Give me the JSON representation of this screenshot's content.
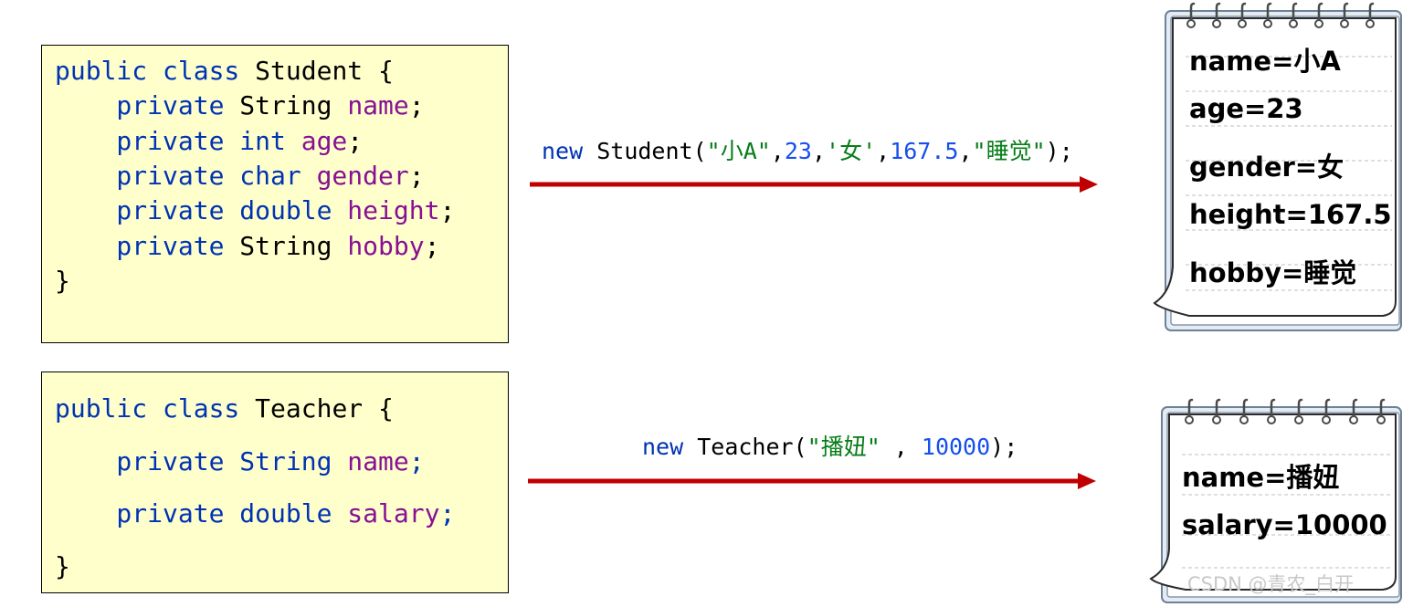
{
  "student": {
    "lines": [
      [
        {
          "t": "public class ",
          "c": "kw"
        },
        {
          "t": "Student {",
          "c": "plain"
        }
      ],
      [
        {
          "t": "    private ",
          "c": "kw"
        },
        {
          "t": "String ",
          "c": "plain"
        },
        {
          "t": "name",
          "c": "field"
        },
        {
          "t": ";",
          "c": "plain"
        }
      ],
      [
        {
          "t": "    private int ",
          "c": "kw"
        },
        {
          "t": "age",
          "c": "field"
        },
        {
          "t": ";",
          "c": "plain"
        }
      ],
      [
        {
          "t": "    private char ",
          "c": "kw"
        },
        {
          "t": "gender",
          "c": "field"
        },
        {
          "t": ";",
          "c": "plain"
        }
      ],
      [
        {
          "t": "    private double ",
          "c": "kw"
        },
        {
          "t": "height",
          "c": "field"
        },
        {
          "t": ";",
          "c": "plain"
        }
      ],
      [
        {
          "t": "    private ",
          "c": "kw"
        },
        {
          "t": "String ",
          "c": "plain"
        },
        {
          "t": "hobby",
          "c": "field"
        },
        {
          "t": ";",
          "c": "plain"
        }
      ],
      [
        {
          "t": "}",
          "c": "plain"
        }
      ]
    ],
    "statement": [
      {
        "t": "new ",
        "c": "kw"
      },
      {
        "t": "Student(",
        "c": "plain"
      },
      {
        "t": "\"小A\"",
        "c": "str"
      },
      {
        "t": ",",
        "c": "plain"
      },
      {
        "t": "23",
        "c": "num"
      },
      {
        "t": ",",
        "c": "plain"
      },
      {
        "t": "'女'",
        "c": "str"
      },
      {
        "t": ",",
        "c": "plain"
      },
      {
        "t": "167.5",
        "c": "num"
      },
      {
        "t": ",",
        "c": "plain"
      },
      {
        "t": "\"睡觉\"",
        "c": "str"
      },
      {
        "t": ");",
        "c": "plain"
      }
    ],
    "object_fields": [
      "name=小A",
      "age=23",
      "gender=女",
      "height=167.5",
      "hobby=睡觉"
    ]
  },
  "teacher": {
    "lines": [
      [
        {
          "t": "public class ",
          "c": "kw"
        },
        {
          "t": "Teacher {",
          "c": "plain"
        }
      ],
      [
        {
          "t": "    private String ",
          "c": "kw"
        },
        {
          "t": "name",
          "c": "field"
        },
        {
          "t": ";",
          "c": "kw"
        }
      ],
      [
        {
          "t": "    private double ",
          "c": "kw"
        },
        {
          "t": "salary",
          "c": "field"
        },
        {
          "t": ";",
          "c": "kw"
        }
      ],
      [
        {
          "t": "}",
          "c": "plain"
        }
      ]
    ],
    "statement": [
      {
        "t": "new ",
        "c": "kw"
      },
      {
        "t": "Teacher(",
        "c": "plain"
      },
      {
        "t": "\"播妞\"",
        "c": "str"
      },
      {
        "t": " , ",
        "c": "plain"
      },
      {
        "t": "10000",
        "c": "num"
      },
      {
        "t": ");",
        "c": "plain"
      }
    ],
    "object_fields": [
      "name=播妞",
      "salary=10000"
    ]
  },
  "colors": {
    "keyword": "#0033b3",
    "field": "#871094",
    "string": "#067d17",
    "number": "#1750eb",
    "code_bg": "#ffffcc",
    "arrow": "#c00000"
  },
  "watermark": "CSDN @青农_白开"
}
